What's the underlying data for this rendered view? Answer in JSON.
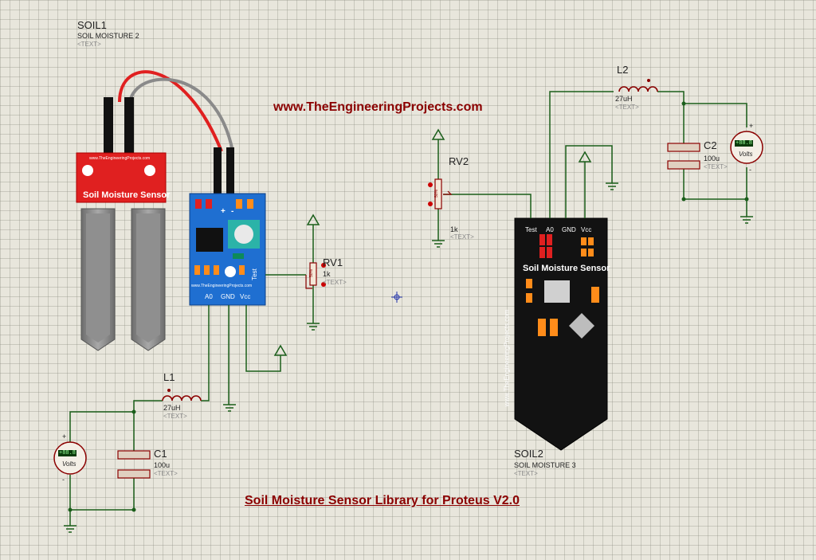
{
  "header": {
    "website": "www.TheEngineeringProjects.com"
  },
  "footer": {
    "title": "Soil Moisture Sensor Library for Proteus V2.0"
  },
  "components": {
    "soil1": {
      "ref": "SOIL1",
      "value": "SOIL MOISTURE 2",
      "text": "<TEXT>",
      "board_label": "Soil Moisture Sensor",
      "board_url": "www.TheEngineeringProjects.com",
      "pins": [
        "A0",
        "GND",
        "Vcc"
      ],
      "test_label": "Test",
      "plus": "+",
      "minus": "-"
    },
    "soil2": {
      "ref": "SOIL2",
      "value": "SOIL MOISTURE 3",
      "text": "<TEXT>",
      "board_label": "Soil Moisture Sensor",
      "board_url": "www.TheEngineeringProjects.com",
      "pins": [
        "Test",
        "A0",
        "GND",
        "Vcc"
      ]
    },
    "rv1": {
      "ref": "RV1",
      "value": "1k",
      "text": "<TEXT>",
      "pct": "50%"
    },
    "rv2": {
      "ref": "RV2",
      "value": "1k",
      "text": "<TEXT>",
      "pct": "50%"
    },
    "l1": {
      "ref": "L1",
      "value": "27uH",
      "text": "<TEXT>"
    },
    "l2": {
      "ref": "L2",
      "value": "27uH",
      "text": "<TEXT>"
    },
    "c1": {
      "ref": "C1",
      "value": "100u",
      "text": "<TEXT>"
    },
    "c2": {
      "ref": "C2",
      "value": "100u",
      "text": "<TEXT>"
    },
    "vm1": {
      "label": "Volts",
      "reading": "+88.8",
      "plus": "+",
      "minus": "-"
    },
    "vm2": {
      "label": "Volts",
      "reading": "+88.8",
      "plus": "+",
      "minus": "-"
    }
  },
  "colors": {
    "wire": "#1a5e1a",
    "board_blue": "#1f6fd1",
    "board_black": "#121212",
    "probe_red": "#e02020",
    "accent": "#8b0000"
  }
}
